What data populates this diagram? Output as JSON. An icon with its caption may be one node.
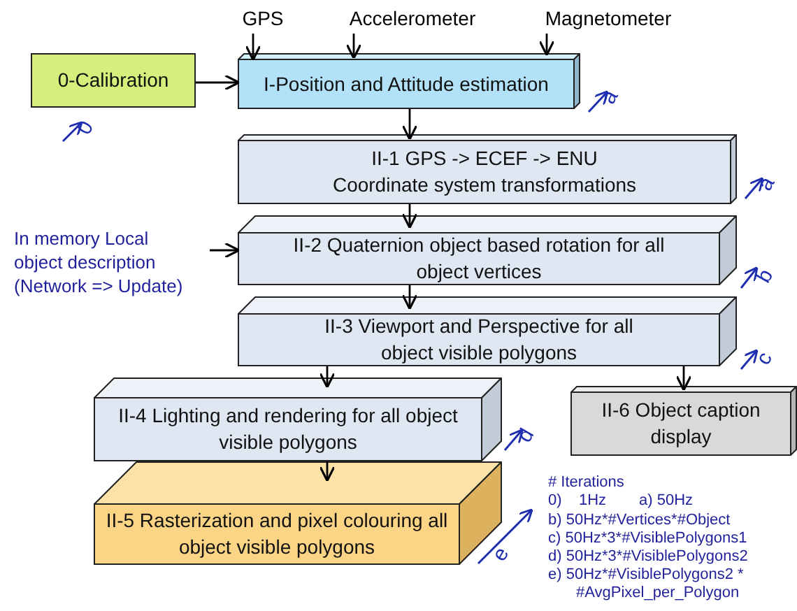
{
  "diagram": {
    "nodes": [
      {
        "text": [
          "GPS"
        ]
      },
      {
        "text": [
          "Accelerometer"
        ]
      },
      {
        "text": [
          "Magnetometer"
        ]
      },
      {
        "text": [
          "0-Calibration"
        ]
      },
      {
        "text": [
          "I-Position and Attitude estimation"
        ]
      },
      {
        "text": [
          "II-1 GPS -> ECEF -> ENU Coordinate system transformations"
        ]
      },
      {
        "text": [
          "In memory Local object description (Network => Update)"
        ]
      },
      {
        "text": [
          "II-2 Quaternion object based rotation for all object vertices"
        ]
      },
      {
        "text": [
          "II-3 Viewport and Perspective for all object visible polygons"
        ]
      },
      {
        "text": [
          "II-4 Lighting and rendering for all object visible polygons"
        ]
      },
      {
        "text": [
          "II-6 Object caption display"
        ]
      },
      {
        "text": [
          "II-5 Rasterization and pixel colouring all object visible polygons"
        ]
      }
    ],
    "edges": [
      {
        "from": 0,
        "to": 4,
        "arrow": "to"
      },
      {
        "from": 1,
        "to": 4,
        "arrow": "to"
      },
      {
        "from": 2,
        "to": 4,
        "arrow": "to"
      },
      {
        "from": 3,
        "to": 4,
        "arrow": "to"
      },
      {
        "from": 4,
        "to": 5,
        "arrow": "to"
      },
      {
        "from": 5,
        "to": 7,
        "arrow": "to"
      },
      {
        "from": 6,
        "to": 7,
        "arrow": "to"
      },
      {
        "from": 7,
        "to": 8,
        "arrow": "to"
      },
      {
        "from": 8,
        "to": 9,
        "arrow": "to"
      },
      {
        "from": 8,
        "to": 10,
        "arrow": "to"
      },
      {
        "from": 9,
        "to": 11,
        "arrow": "to"
      }
    ],
    "labels": [
      "a",
      "0",
      "a",
      "b",
      "c",
      "d",
      "e",
      "# Iterations",
      "0)",
      "1Hz",
      "a) 50Hz",
      "b) 50Hz*#Vertices*#Object",
      "c) 50Hz*3*#VisiblePolygons1",
      "d) 50Hz*3*#VisiblePolygons2",
      "e) 50Hz*#VisiblePolygons2 * #AvgPixel_per_Polygon"
    ]
  }
}
